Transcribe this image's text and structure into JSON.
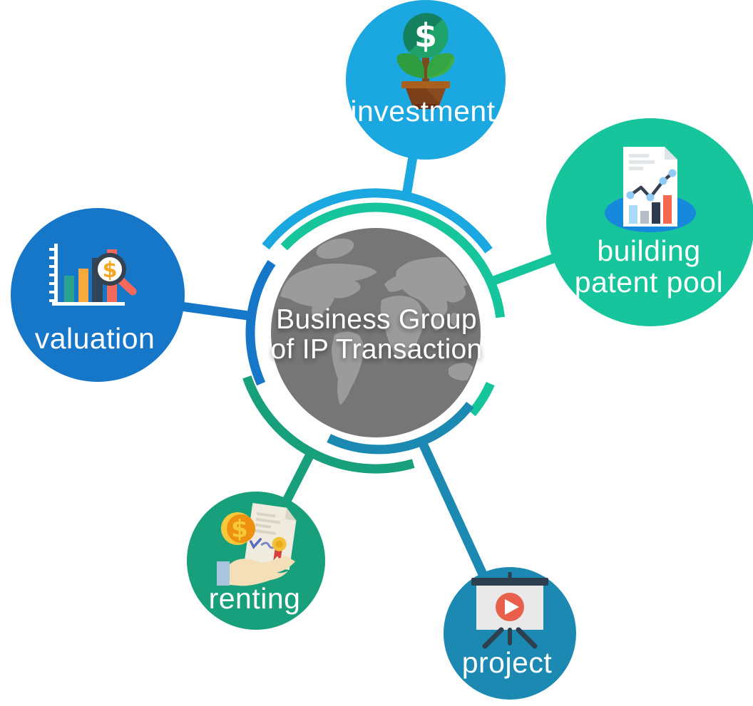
{
  "title": {
    "line1": "Business Group",
    "line2": "of IP Transaction"
  },
  "hub": {
    "color": "#767676",
    "map_color": "#9B9B9B",
    "label_color": "#FFFFFF"
  },
  "glyphs": {
    "dollar": "$"
  },
  "nodes": [
    {
      "id": "investment",
      "label": "investment",
      "color": "#1BA7DF",
      "icon": "money-plant-icon"
    },
    {
      "id": "building-patent-pool",
      "label": "building patent pool",
      "label_lines": [
        "building",
        "patent pool"
      ],
      "color": "#16C59B",
      "icon": "document-chart-icon"
    },
    {
      "id": "valuation",
      "label": "valuation",
      "color": "#1677C8",
      "icon": "bar-chart-magnifier-icon"
    },
    {
      "id": "renting",
      "label": "renting",
      "color": "#17A07B",
      "icon": "hand-certificate-coin-icon"
    },
    {
      "id": "project",
      "label": "project",
      "color": "#1C89B2",
      "icon": "presentation-easel-icon"
    }
  ]
}
